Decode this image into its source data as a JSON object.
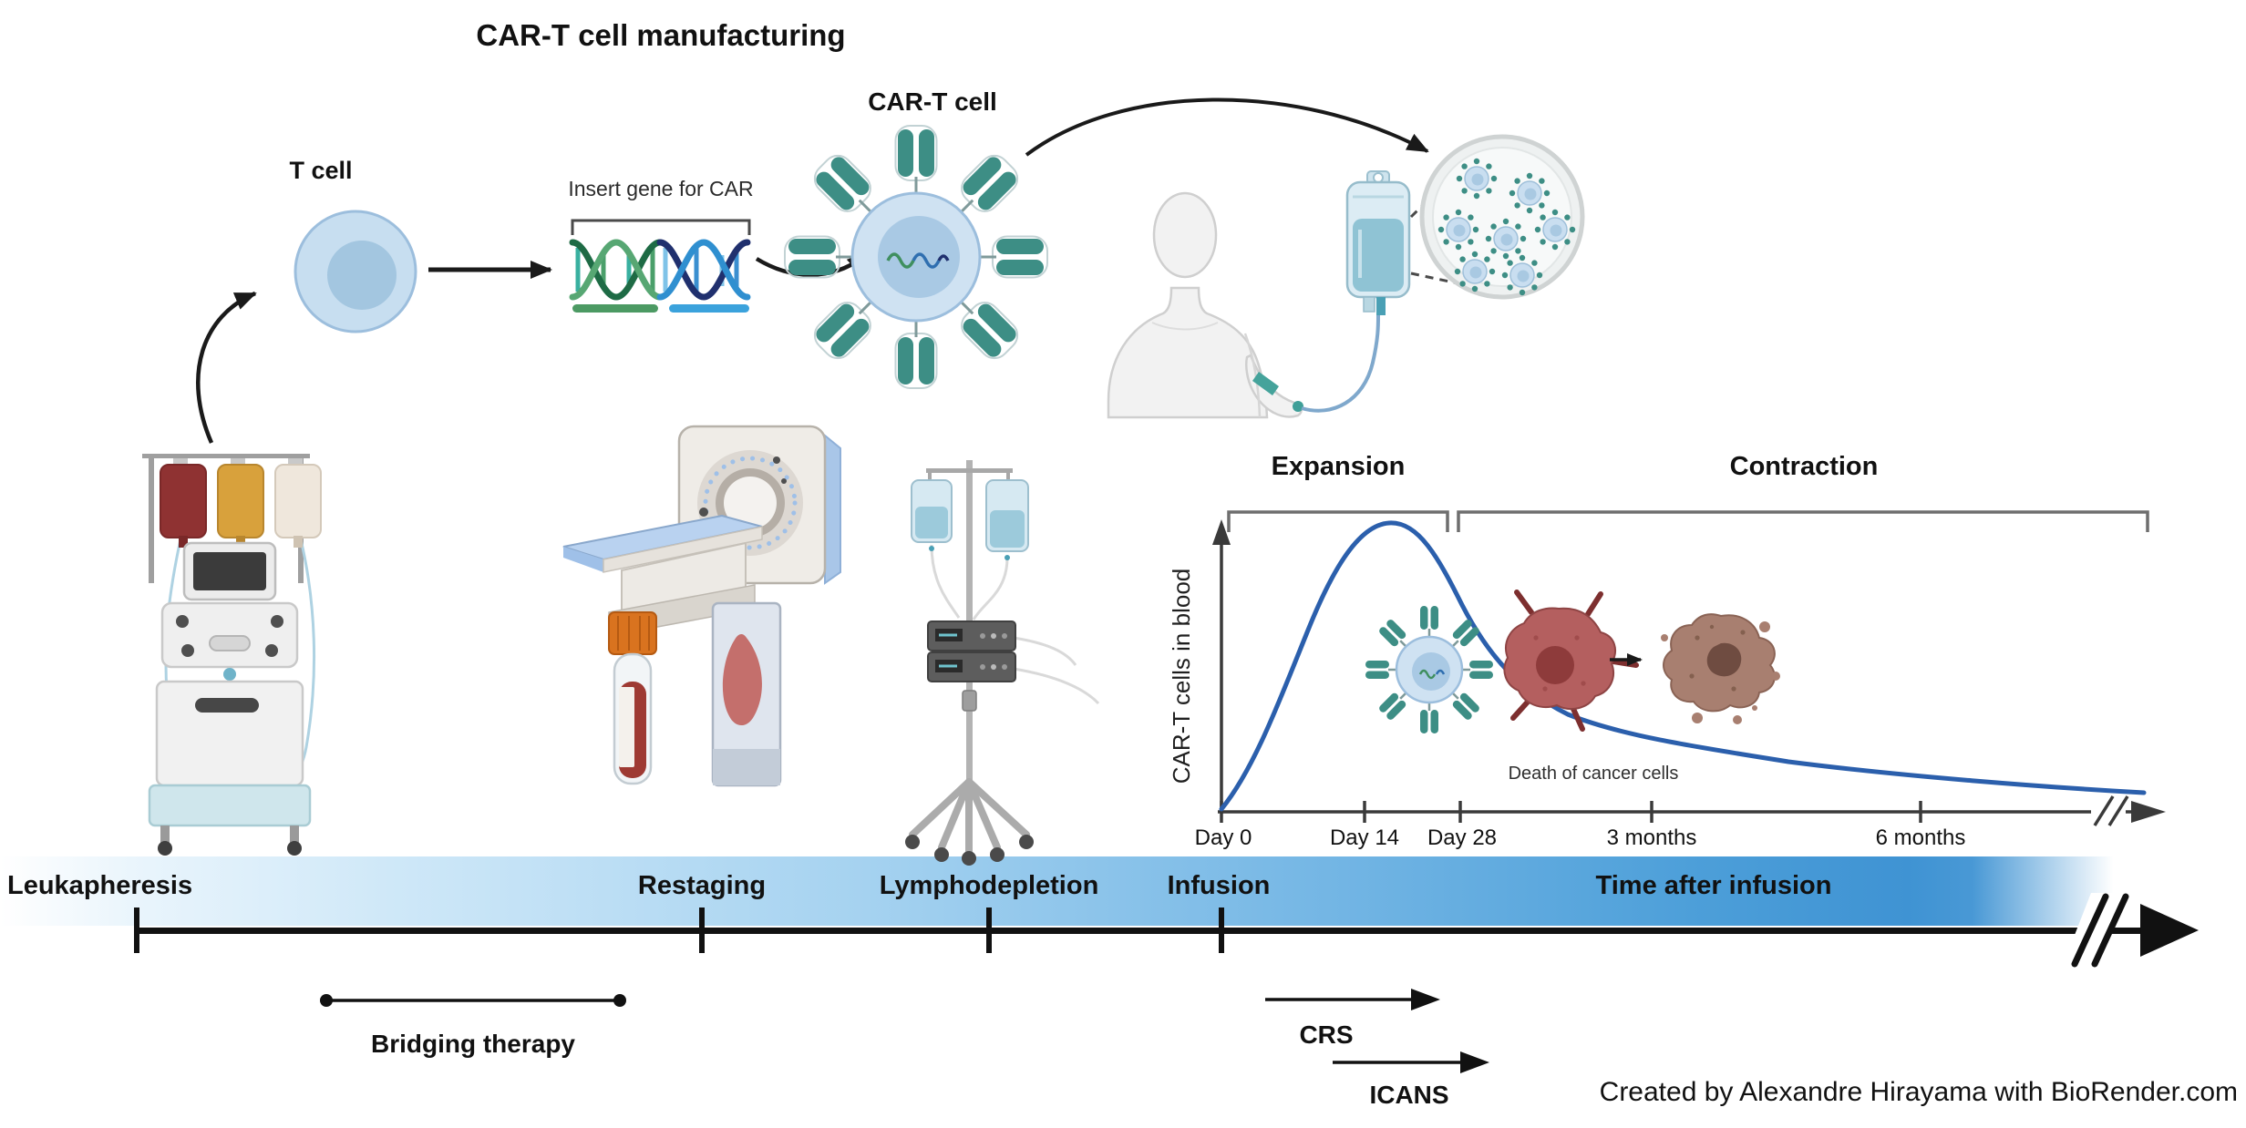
{
  "header": {
    "title": "CAR-T cell manufacturing"
  },
  "manufacturing": {
    "t_cell_label": "T cell",
    "insert_gene_label": "Insert gene for CAR",
    "car_t_cell_label": "CAR-T cell"
  },
  "chart": {
    "expansion_label": "Expansion",
    "contraction_label": "Contraction",
    "y_axis_label": "CAR-T cells in blood",
    "x_ticks": [
      "Day 0",
      "Day 14",
      "Day 28",
      "3 months",
      "6 months"
    ],
    "death_caption": "Death of cancer cells"
  },
  "timeline": {
    "stages": [
      "Leukapheresis",
      "Restaging",
      "Lymphodepletion",
      "Infusion",
      "Time after infusion"
    ]
  },
  "annotations": {
    "bridging_label": "Bridging therapy",
    "crs_label": "CRS",
    "icans_label": "ICANS"
  },
  "credit": {
    "text": "Created by Alexandre Hirayama with BioRender.com"
  },
  "colors": {
    "car_teal": "#3d8e85",
    "cell_fill": "#cfe2f2",
    "nucleus_fill": "#a9c9e4",
    "curve_blue": "#2b5fac",
    "band_blue": "#3f93d3",
    "cancer_red": "#b45f5f",
    "dead_cell_brown": "#a87f70",
    "blood_bag_red": "#8f3232",
    "plasma_bag_amber": "#d8a13c",
    "tube_cap_orange": "#d9731f"
  },
  "chart_data": {
    "type": "line",
    "title": "CAR-T cell kinetics after infusion",
    "xlabel": "Time after infusion",
    "ylabel": "CAR-T cells in blood",
    "x_ticks": [
      "Day 0",
      "Day 14",
      "Day 28",
      "3 months",
      "6 months"
    ],
    "axis_break_at_right": true,
    "phases": [
      {
        "name": "Expansion",
        "range": [
          "Day 0",
          "Day 28"
        ]
      },
      {
        "name": "Contraction",
        "range": [
          "Day 28",
          "beyond 6 months"
        ]
      }
    ],
    "series": [
      {
        "name": "CAR-T cells in blood",
        "x": [
          "Day 0",
          "Day 7",
          "Day 14",
          "Day 21",
          "Day 28",
          "2 months",
          "3 months",
          "4 months",
          "6 months",
          "beyond"
        ],
        "y_relative_percent": [
          0,
          45,
          100,
          78,
          52,
          38,
          30,
          24,
          18,
          15
        ]
      }
    ],
    "annotations": [
      "Death of cancer cells"
    ],
    "legend": "none",
    "grid": false
  }
}
